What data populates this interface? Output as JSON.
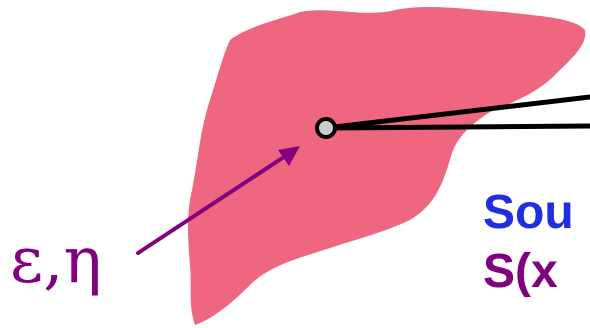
{
  "labels": {
    "greek_coords": "ε,η",
    "source_text": "Sou",
    "source_function": "S(x"
  },
  "colors": {
    "blob_fill": "#ee6680",
    "arrow": "#800080",
    "lines": "#000000",
    "point_fill": "#cccccc"
  },
  "icons": {
    "arrowhead": "arrow-head-icon",
    "point": "source-point-icon"
  }
}
